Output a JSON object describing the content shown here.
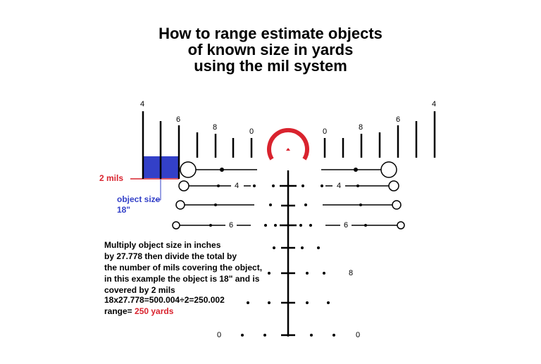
{
  "title": {
    "line1": "How to range estimate objects",
    "line2": "of known size in yards",
    "line3": "using the mil system"
  },
  "annotations": {
    "mils_label": "2 mils",
    "object_label_line1": "object size",
    "object_label_line2": "18\""
  },
  "explanation": {
    "line1": "Multiply object size in inches",
    "line2": "by 27.778 then divide the total by",
    "line3": "the number of mils covering the object,",
    "line4": "in this example the object is 18\" and is",
    "line5": "covered by 2 mils"
  },
  "formula": "18x27.778=500.004÷2=250.002",
  "result": {
    "prefix": "range= ",
    "value": "250 yards"
  },
  "reticle_numbers": {
    "top_left_4": "4",
    "top_left_6": "6",
    "top_left_8": "8",
    "top_left_0": "0",
    "top_right_0": "0",
    "top_right_8": "8",
    "top_right_6": "6",
    "top_right_4": "4",
    "row2_left_4": "4",
    "row2_right_4": "4",
    "row4_left_6": "6",
    "row4_right_6": "6",
    "right_8": "8",
    "bottom_left_0": "0",
    "bottom_right_0": "0"
  },
  "colors": {
    "reticle_red": "#d9232e",
    "object_blue": "#3340c8",
    "text_red": "#d9232e"
  }
}
